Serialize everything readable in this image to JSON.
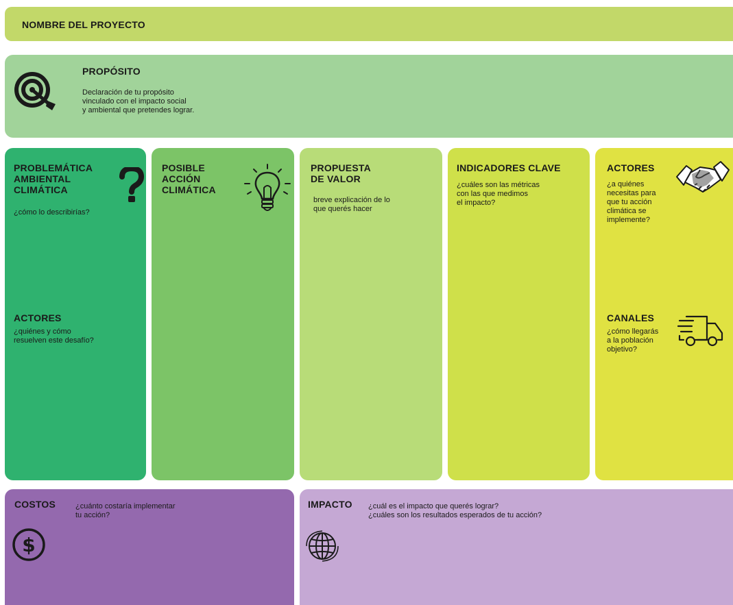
{
  "header": {
    "title": "NOMBRE DEL PROYECTO"
  },
  "purpose": {
    "title": "PROPÓSITO",
    "text": "Declaración de tu propósito\nvinculado con el impacto social\ny ambiental que pretendes lograr.",
    "icon": "target-icon"
  },
  "problem": {
    "title": "PROBLEMÁTICA\nAMBIENTAL\nCLIMÁTICA",
    "question": "¿cómo lo describirías?",
    "icon": "question-mark-icon",
    "actors_title": "ACTORES",
    "actors_question": "¿quiénes y cómo\nresuelven este desafío?"
  },
  "action": {
    "title": "POSIBLE\nACCIÓN\nCLIMÁTICA",
    "icon": "lightbulb-icon"
  },
  "value": {
    "title": "PROPUESTA\nDE VALOR",
    "text": "breve explicación de lo\nque querés hacer"
  },
  "indicators": {
    "title": "INDICADORES CLAVE",
    "text": "¿cuáles son las métricas\ncon las que medimos\nel impacto?"
  },
  "actors": {
    "title": "ACTORES",
    "text": "¿a quiénes\nnecesitas para\nque tu acción\nclimática se\nimplemente?",
    "icon": "handshake-icon"
  },
  "channels": {
    "title": "CANALES",
    "text": "¿cómo llegarás\na la población\nobjetivo?",
    "icon": "delivery-truck-icon"
  },
  "costs": {
    "title": "COSTOS",
    "text": "¿cuánto costaría implementar\ntu acción?",
    "icon": "dollar-coin-icon"
  },
  "impact": {
    "title": "IMPACTO",
    "text": "¿cuál es el impacto que querés lograr?\n¿cuáles son los resultados esperados de tu acción?",
    "icon": "globe-icon"
  },
  "colors": {
    "header": "#c2d869",
    "purpose": "#a1d39a",
    "problem": "#2fb26f",
    "action": "#7cc467",
    "value": "#b8dc78",
    "indicators": "#cfe04a",
    "actors": "#e0e242",
    "costs": "#9469ae",
    "impact": "#c5a8d4"
  }
}
